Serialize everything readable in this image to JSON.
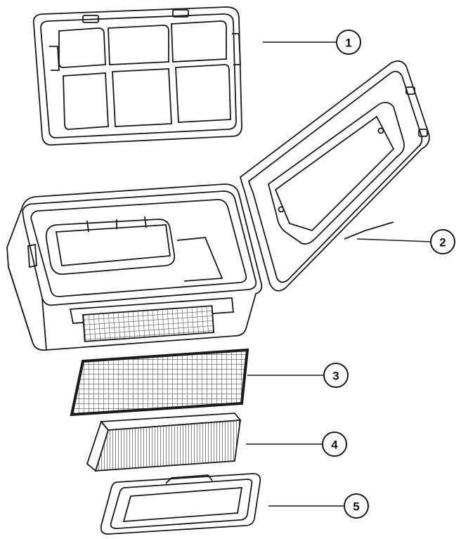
{
  "diagram": {
    "callouts": [
      {
        "number": "1",
        "part": "outer-mesh-filter"
      },
      {
        "number": "2",
        "part": "dustbin-lid"
      },
      {
        "number": "3",
        "part": "filter-screen"
      },
      {
        "number": "4",
        "part": "hepa-filter"
      },
      {
        "number": "5",
        "part": "filter-frame"
      }
    ],
    "colors": {
      "line": "#1a1a1a",
      "mesh": "#555555",
      "fill": "#ffffff"
    }
  }
}
